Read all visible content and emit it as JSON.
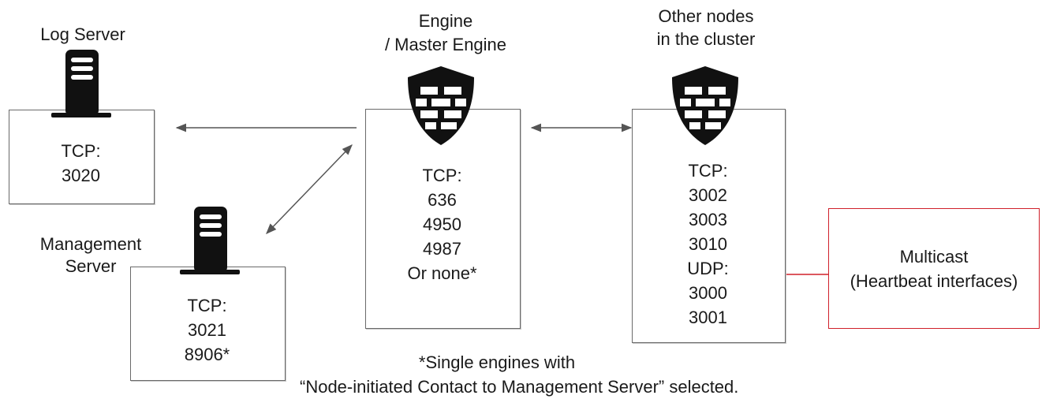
{
  "colors": {
    "line": "#555555",
    "icon": "#111111",
    "box_border": "#6a6a6a",
    "multicast_border": "#d0202a",
    "multicast_link": "#d0202a"
  },
  "nodes": {
    "log_server": {
      "label": "Log Server",
      "protocol": "TCP:",
      "ports": [
        "3020"
      ],
      "icon": "server-icon"
    },
    "management_server": {
      "label_lines": [
        "Management",
        "Server"
      ],
      "protocol": "TCP:",
      "ports": [
        "3021",
        "8906*"
      ],
      "icon": "server-icon"
    },
    "engine": {
      "label_lines": [
        "Engine",
        "/ Master Engine"
      ],
      "protocol": "TCP:",
      "ports": [
        "636",
        "4950",
        "4987",
        "Or none*"
      ],
      "icon": "firewall-shield-icon"
    },
    "other_nodes": {
      "label_lines": [
        "Other nodes",
        "in the cluster"
      ],
      "protocol_tcp": "TCP:",
      "tcp_ports": [
        "3002",
        "3003",
        "3010"
      ],
      "protocol_udp": "UDP:",
      "udp_ports": [
        "3000",
        "3001"
      ],
      "icon": "firewall-shield-icon"
    },
    "multicast": {
      "lines": [
        "Multicast",
        "(Heartbeat interfaces)"
      ]
    }
  },
  "footnote": {
    "lines": [
      "*Single engines with",
      "“Node-initiated Contact to Management Server” selected."
    ]
  }
}
